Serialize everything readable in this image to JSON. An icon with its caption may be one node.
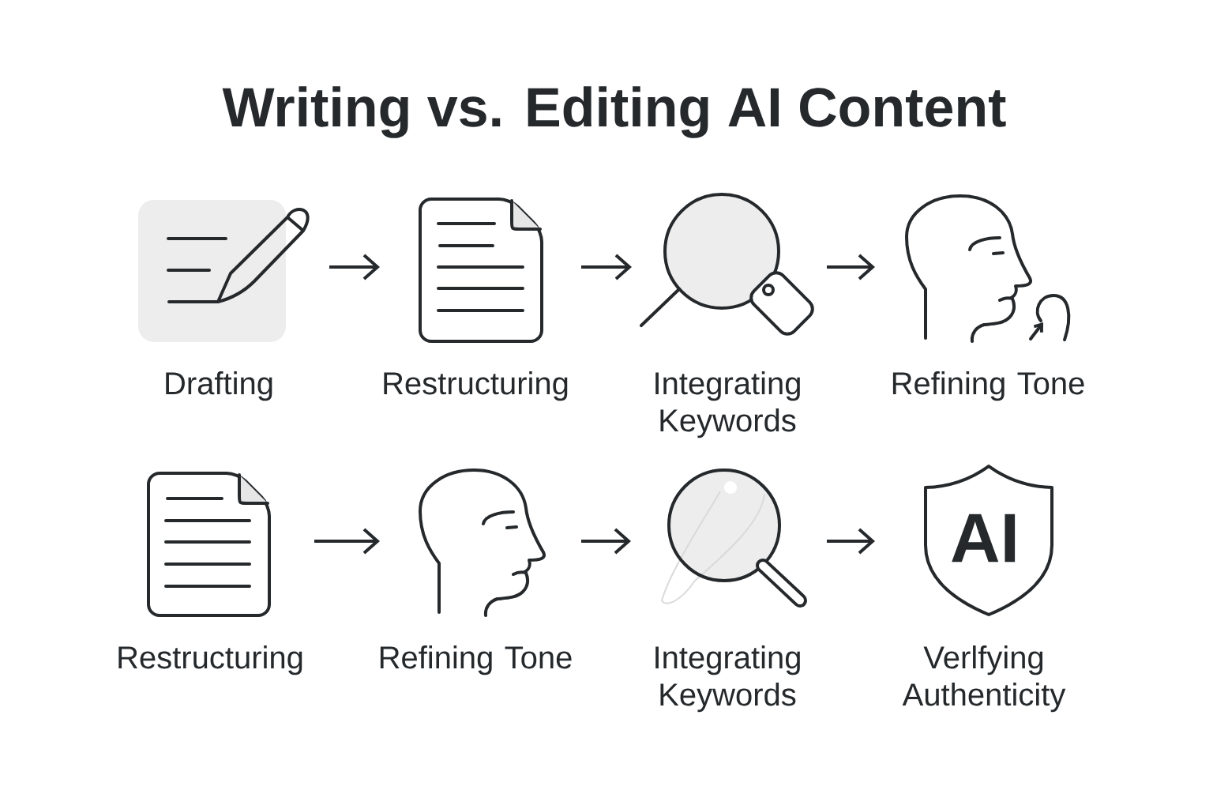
{
  "diagram": {
    "title": "Writing vs. Editing AI Content",
    "nodes": [
      {
        "text": [
          "Drafting"
        ]
      },
      {
        "text": [
          "Restructuring"
        ]
      },
      {
        "text": [
          "Integrating Keywords"
        ]
      },
      {
        "text": [
          "Refining Tone"
        ]
      },
      {
        "text": [
          "Restructuring"
        ]
      },
      {
        "text": [
          "Refining Tone"
        ]
      },
      {
        "text": [
          "Integrating Keywords"
        ]
      },
      {
        "text": [
          "AI",
          "Verlfying Authenticity"
        ]
      }
    ],
    "edges": [
      {
        "from": 0,
        "to": 1,
        "arrow": "to"
      },
      {
        "from": 1,
        "to": 2,
        "arrow": "to"
      },
      {
        "from": 2,
        "to": 3,
        "arrow": "to"
      },
      {
        "from": 4,
        "to": 5,
        "arrow": "to"
      },
      {
        "from": 5,
        "to": 6,
        "arrow": "to"
      },
      {
        "from": 6,
        "to": 7,
        "arrow": "to"
      }
    ]
  }
}
